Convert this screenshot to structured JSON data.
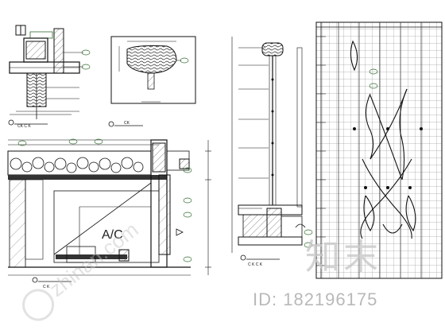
{
  "watermark": {
    "site_text": "zhinan.com",
    "brand_text": "知末",
    "id_text": "ID: 182196175"
  },
  "colors": {
    "ink": "#1a1a1a",
    "label_green": "#2e6b2e",
    "watermark_gray": "#b9b9b9"
  },
  "drawing_labels": {
    "detail_a_title": "CK  C K",
    "detail_b_title": "CK",
    "section_title": "C K",
    "elevation_title": "C K  C K",
    "plan_text": "A/C"
  }
}
